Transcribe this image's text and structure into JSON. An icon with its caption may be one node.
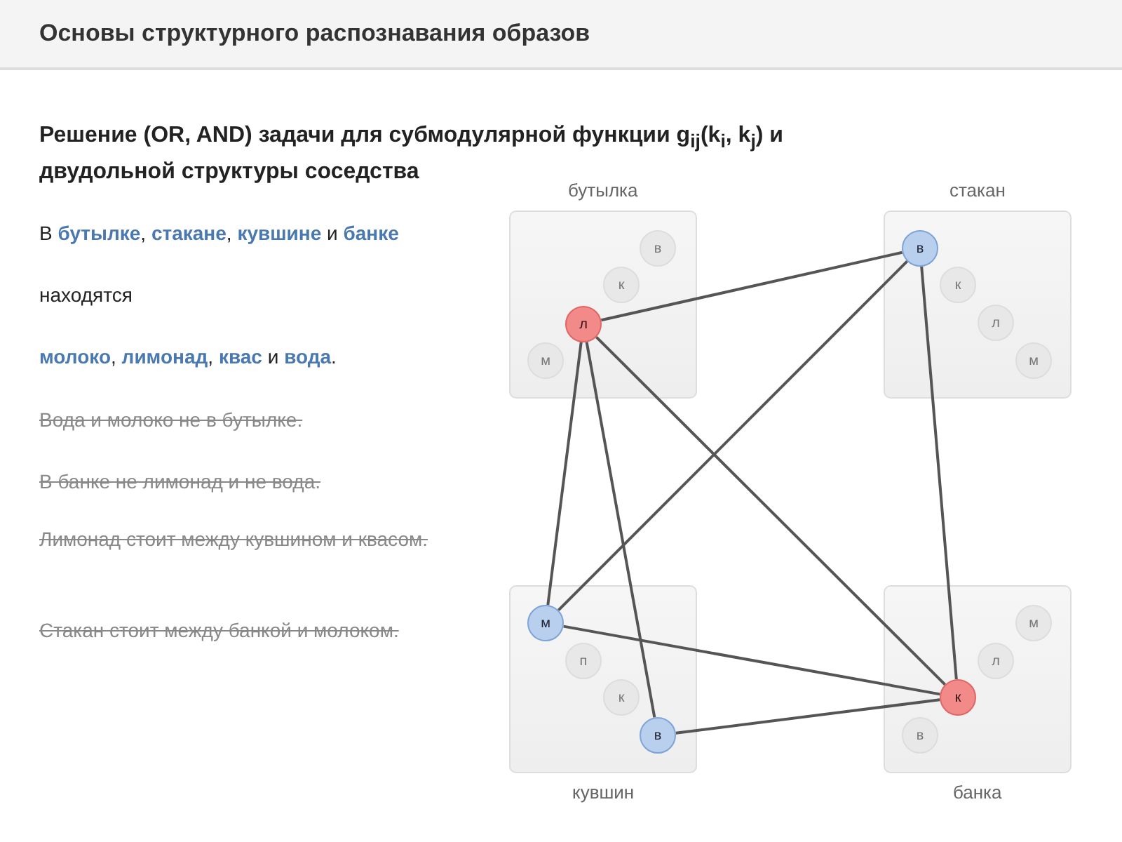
{
  "diagram": {
    "title": "Основы структурного распознавания образов",
    "nodes": [
      {
        "text": [
          "бутылка"
        ]
      },
      {
        "text": [
          "в"
        ],
        "in": 0
      },
      {
        "text": [
          "к"
        ],
        "in": 0
      },
      {
        "text": [
          "л"
        ],
        "in": 0
      },
      {
        "text": [
          "м"
        ],
        "in": 0
      },
      {
        "text": [
          "стакан"
        ]
      },
      {
        "text": [
          "в"
        ],
        "in": 5
      },
      {
        "text": [
          "к"
        ],
        "in": 5
      },
      {
        "text": [
          "л"
        ],
        "in": 5
      },
      {
        "text": [
          "м"
        ],
        "in": 5
      },
      {
        "text": [
          "кувшин"
        ]
      },
      {
        "text": [
          "м"
        ],
        "in": 10
      },
      {
        "text": [
          "п"
        ],
        "in": 10
      },
      {
        "text": [
          "к"
        ],
        "in": 10
      },
      {
        "text": [
          "в"
        ],
        "in": 10
      },
      {
        "text": [
          "банка"
        ]
      },
      {
        "text": [
          "м"
        ],
        "in": 15
      },
      {
        "text": [
          "л"
        ],
        "in": 15
      },
      {
        "text": [
          "к"
        ],
        "in": 15
      },
      {
        "text": [
          "в"
        ],
        "in": 15
      }
    ],
    "edges": [
      {
        "from": 3,
        "to": 6,
        "arrow": "none"
      },
      {
        "from": 3,
        "to": 11,
        "arrow": "none"
      },
      {
        "from": 3,
        "to": 14,
        "arrow": "none"
      },
      {
        "from": 3,
        "to": 18,
        "arrow": "none"
      },
      {
        "from": 6,
        "to": 11,
        "arrow": "none"
      },
      {
        "from": 6,
        "to": 18,
        "arrow": "none"
      },
      {
        "from": 11,
        "to": 18,
        "arrow": "none"
      },
      {
        "from": 14,
        "to": 18,
        "arrow": "none"
      }
    ],
    "labels": [
      "Решение (OR, AND) задачи для субмодулярной функции g$_{ij}$(k$_{i}$, k$_{j}$) и двудольной структуры соседства",
      "В **бутылке**, **стакане**, **кувшине** и **банке**",
      "находятся",
      "**молоко**, **лимонад**, **квас** и **вода**.",
      "Вода и молоко не в бутылке.",
      "В банке не лимонад и не вода.",
      "Лимонад стоит между кувшином и квасом.",
      "Стакан стоит между банкой и молоком."
    ]
  }
}
